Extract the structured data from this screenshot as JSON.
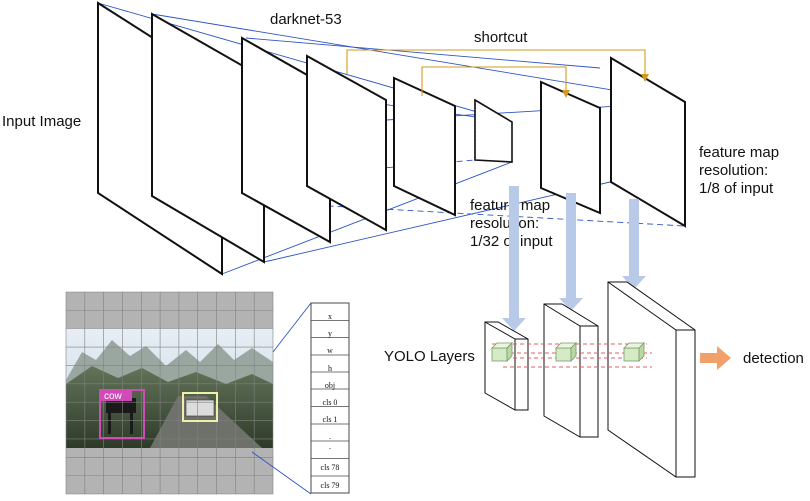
{
  "title": "darknet-53",
  "input_label": "Input Image",
  "shortcut_label": "shortcut",
  "feature_map_label_1": [
    "feature map",
    "resolution:",
    "1/32 of input"
  ],
  "feature_map_label_2": [
    "feature map",
    "resolution:",
    "1/8 of input"
  ],
  "yolo_label": "YOLO Layers",
  "detection_label": "detection",
  "prediction_vector": [
    "x",
    "y",
    "w",
    "h",
    "obj",
    "cls 0",
    "cls 1",
    ".",
    ".",
    "cls 78",
    "cls 79"
  ],
  "detections": [
    {
      "label": "cow",
      "color": "#d24ab8"
    },
    {
      "label": "",
      "color": "#eef0a6"
    }
  ],
  "colors": {
    "projection": "#2f55c4",
    "shortcut": "#d49a1c",
    "arrow_blue": "#b9c9e8",
    "arrow_orange": "#f2a06a",
    "grid_cell": "#c4c4c4"
  }
}
